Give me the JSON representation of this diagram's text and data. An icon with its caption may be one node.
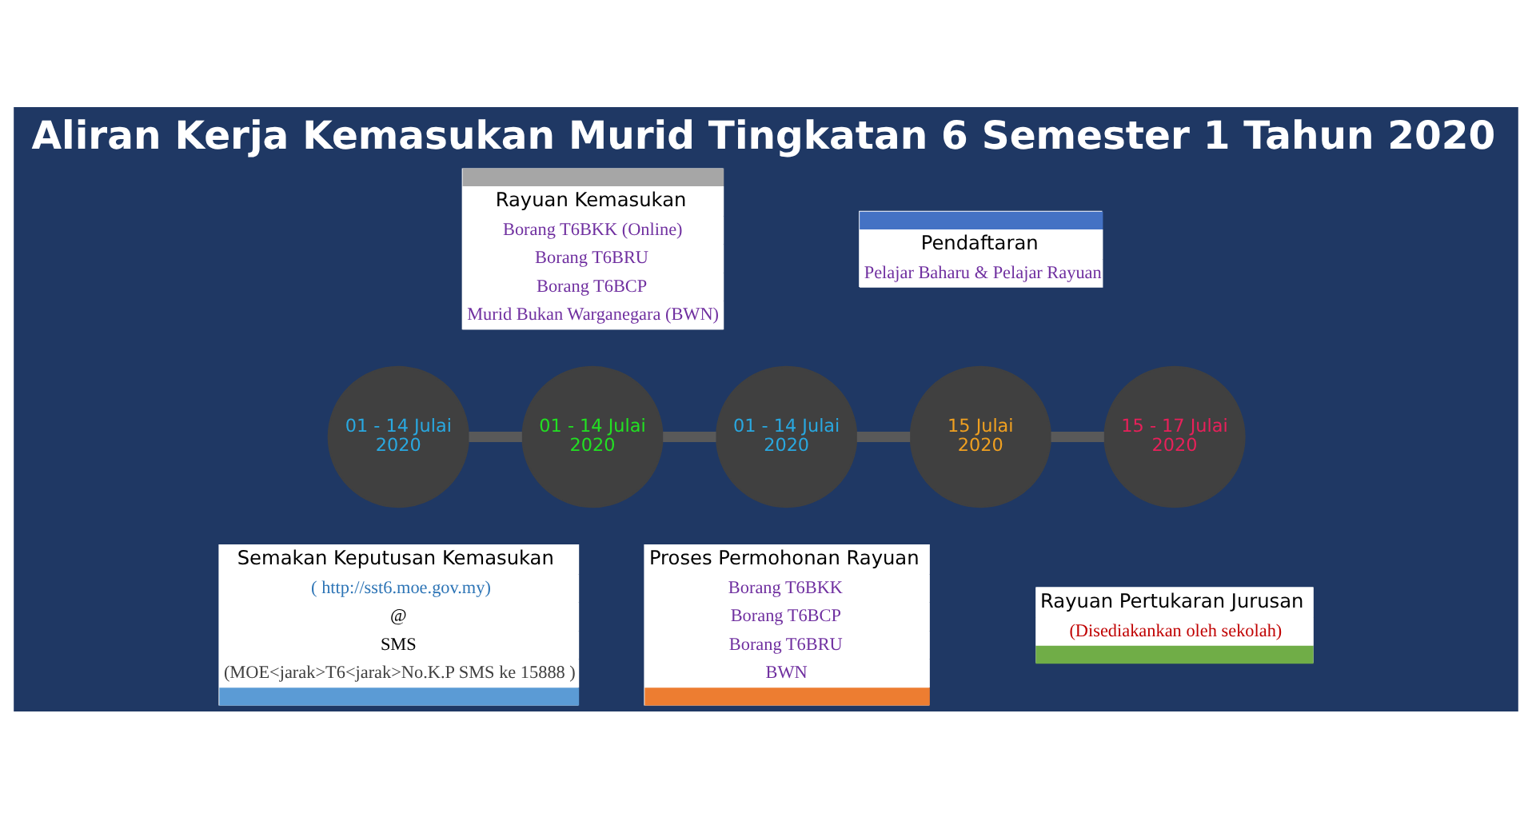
{
  "diagram": {
    "title": "Aliran Kerja Kemasukan Murid Tingkatan 6 Semester 1 Tahun 2020",
    "nodes": [
      {
        "text": [
          "Rayuan Kemasukan",
          "Borang T6BKK (Online)",
          "Borang T6BRU",
          "Borang T6BCP",
          "Murid Bukan Warganegara (BWN)"
        ]
      },
      {
        "text": [
          "Pendaftaran",
          "Pelajar Baharu & Pelajar Rayuan"
        ]
      },
      {
        "text": [
          "01 - 14 Julai 2020"
        ]
      },
      {
        "text": [
          "01 - 14 Julai 2020"
        ]
      },
      {
        "text": [
          "01 - 14 Julai 2020"
        ]
      },
      {
        "text": [
          "15 Julai 2020"
        ]
      },
      {
        "text": [
          "15 - 17 Julai 2020"
        ]
      },
      {
        "text": [
          "Semakan Keputusan Kemasukan",
          "( http://sst6.moe.gov.my)",
          "@",
          "SMS",
          "(MOE<jarak>T6<jarak>No.K.P SMS ke 15888 )"
        ]
      },
      {
        "text": [
          "Proses Permohonan Rayuan",
          "Borang T6BKK",
          "Borang T6BCP",
          "Borang T6BRU",
          "BWN"
        ]
      },
      {
        "text": [
          "Rayuan Pertukaran Jurusan",
          "(Disediakankan oleh sekolah)"
        ]
      }
    ],
    "edges": [
      {
        "from": 2,
        "to": 3,
        "arrow": "none"
      },
      {
        "from": 3,
        "to": 4,
        "arrow": "none"
      },
      {
        "from": 4,
        "to": 5,
        "arrow": "none"
      },
      {
        "from": 5,
        "to": 6,
        "arrow": "none"
      }
    ]
  }
}
